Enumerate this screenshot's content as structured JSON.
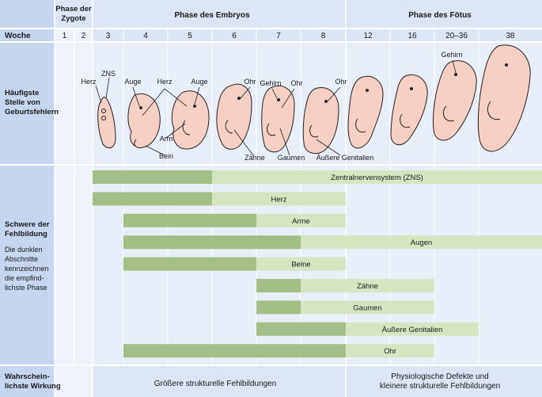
{
  "header": {
    "zygote": [
      "Phase der",
      "Zygote"
    ],
    "embryo": "Phase des Embryos",
    "fetus": "Phase des Fötus"
  },
  "week_row": {
    "label": "Woche",
    "weeks": [
      "1",
      "2",
      "3",
      "4",
      "5",
      "6",
      "7",
      "8",
      "12",
      "16",
      "20–36",
      "38"
    ]
  },
  "birth_defect_row": {
    "label": [
      "Häufigste",
      "Stelle von",
      "Geburtsfehlern"
    ],
    "annotations": [
      "ZNS",
      "Herz",
      "Auge",
      "Herz",
      "Auge",
      "Arm",
      "Bein",
      "Ohr",
      "Zähne",
      "Gehirn",
      "Ohr",
      "Gaumen",
      "Ohr",
      "Äußere Genitalien",
      "Gehirn"
    ]
  },
  "severity_row": {
    "label_title": [
      "Schwere der",
      "Fehlbildung"
    ],
    "label_desc": [
      "Die dunklen",
      "Abschnitte",
      "kennzeichnen",
      "die empfind-",
      "lichste Phase"
    ]
  },
  "effect_row": {
    "label": [
      "Wahrschein-",
      "lichste Wirkung"
    ],
    "embryo_effect": "Größere strukturelle Fehlbildungen",
    "fetus_effect": [
      "Physiologische Defekte und",
      "kleinere strukturelle Fehlbildungen"
    ]
  },
  "colors": {
    "label_column": "#c5d6ee",
    "header_band": "#dbe5f3",
    "body_band": "#e7eef8",
    "zygote_band": "#eef3fa",
    "dark_bar": "#a3be86",
    "light_bar": "#d6e5c1",
    "embryo_skin": "#f6cfc5",
    "embryo_outline": "#222222"
  },
  "chart_data": {
    "type": "timeline",
    "x_unit": "Woche",
    "x_categories": [
      "1",
      "2",
      "3",
      "4",
      "5",
      "6",
      "7",
      "8",
      "12",
      "16",
      "20–36",
      "38"
    ],
    "series": [
      {
        "name": "Zentralnervensystem (ZNS)",
        "dark": [
          "3",
          "6"
        ],
        "light": [
          "6",
          "38"
        ]
      },
      {
        "name": "Herz",
        "dark": [
          "3",
          "6"
        ],
        "light": [
          "6",
          "8"
        ]
      },
      {
        "name": "Arme",
        "dark": [
          "4",
          "7"
        ],
        "light": [
          "7",
          "8"
        ]
      },
      {
        "name": "Augen",
        "dark": [
          "4",
          "8"
        ],
        "light": [
          "8",
          "38"
        ]
      },
      {
        "name": "Beine",
        "dark": [
          "4",
          "7"
        ],
        "light": [
          "7",
          "8"
        ]
      },
      {
        "name": "Zähne",
        "dark": [
          "7",
          "8"
        ],
        "light": [
          "8",
          "16"
        ]
      },
      {
        "name": "Gaumen",
        "dark": [
          "7",
          "8"
        ],
        "light": [
          "8",
          "16"
        ]
      },
      {
        "name": "Äußere Genitalien",
        "dark": [
          "7",
          "12"
        ],
        "light": [
          "12",
          "20–36"
        ]
      },
      {
        "name": "Ohr",
        "dark": [
          "4",
          "12"
        ],
        "light": [
          "12",
          "16"
        ]
      }
    ]
  }
}
